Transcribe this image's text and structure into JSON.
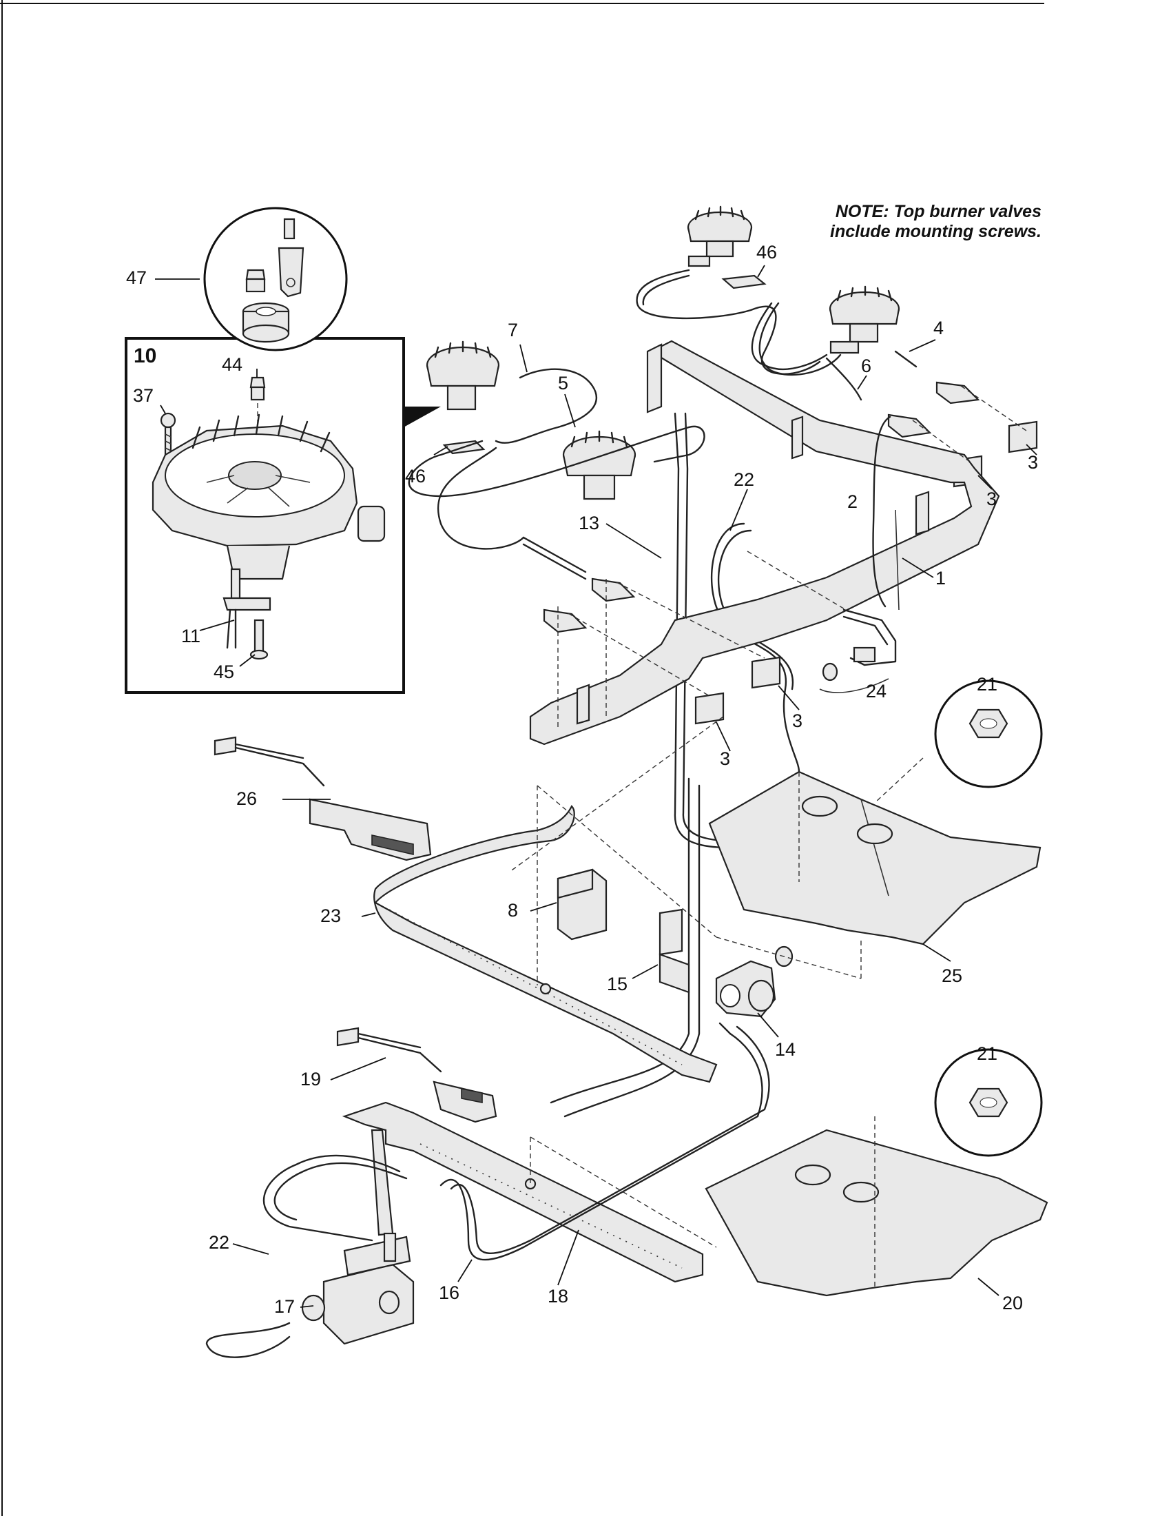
{
  "note": {
    "line1": "NOTE: Top burner valves",
    "line2": "include mounting screws."
  },
  "inset_title": "10",
  "callouts": {
    "c47": "47",
    "c44": "44",
    "c37": "37",
    "c11": "11",
    "c45": "45",
    "c46a": "46",
    "c46b": "46",
    "c7": "7",
    "c5": "5",
    "c4": "4",
    "c6": "6",
    "c3a": "3",
    "c3b": "3",
    "c3c": "3",
    "c3d": "3",
    "c2": "2",
    "c1": "1",
    "c22a": "22",
    "c13": "13",
    "c24": "24",
    "c21a": "21",
    "c21b": "21",
    "c26": "26",
    "c23": "23",
    "c8": "8",
    "c15": "15",
    "c14": "14",
    "c25": "25",
    "c19": "19",
    "c22b": "22",
    "c17": "17",
    "c16": "16",
    "c18": "18",
    "c20": "20"
  }
}
